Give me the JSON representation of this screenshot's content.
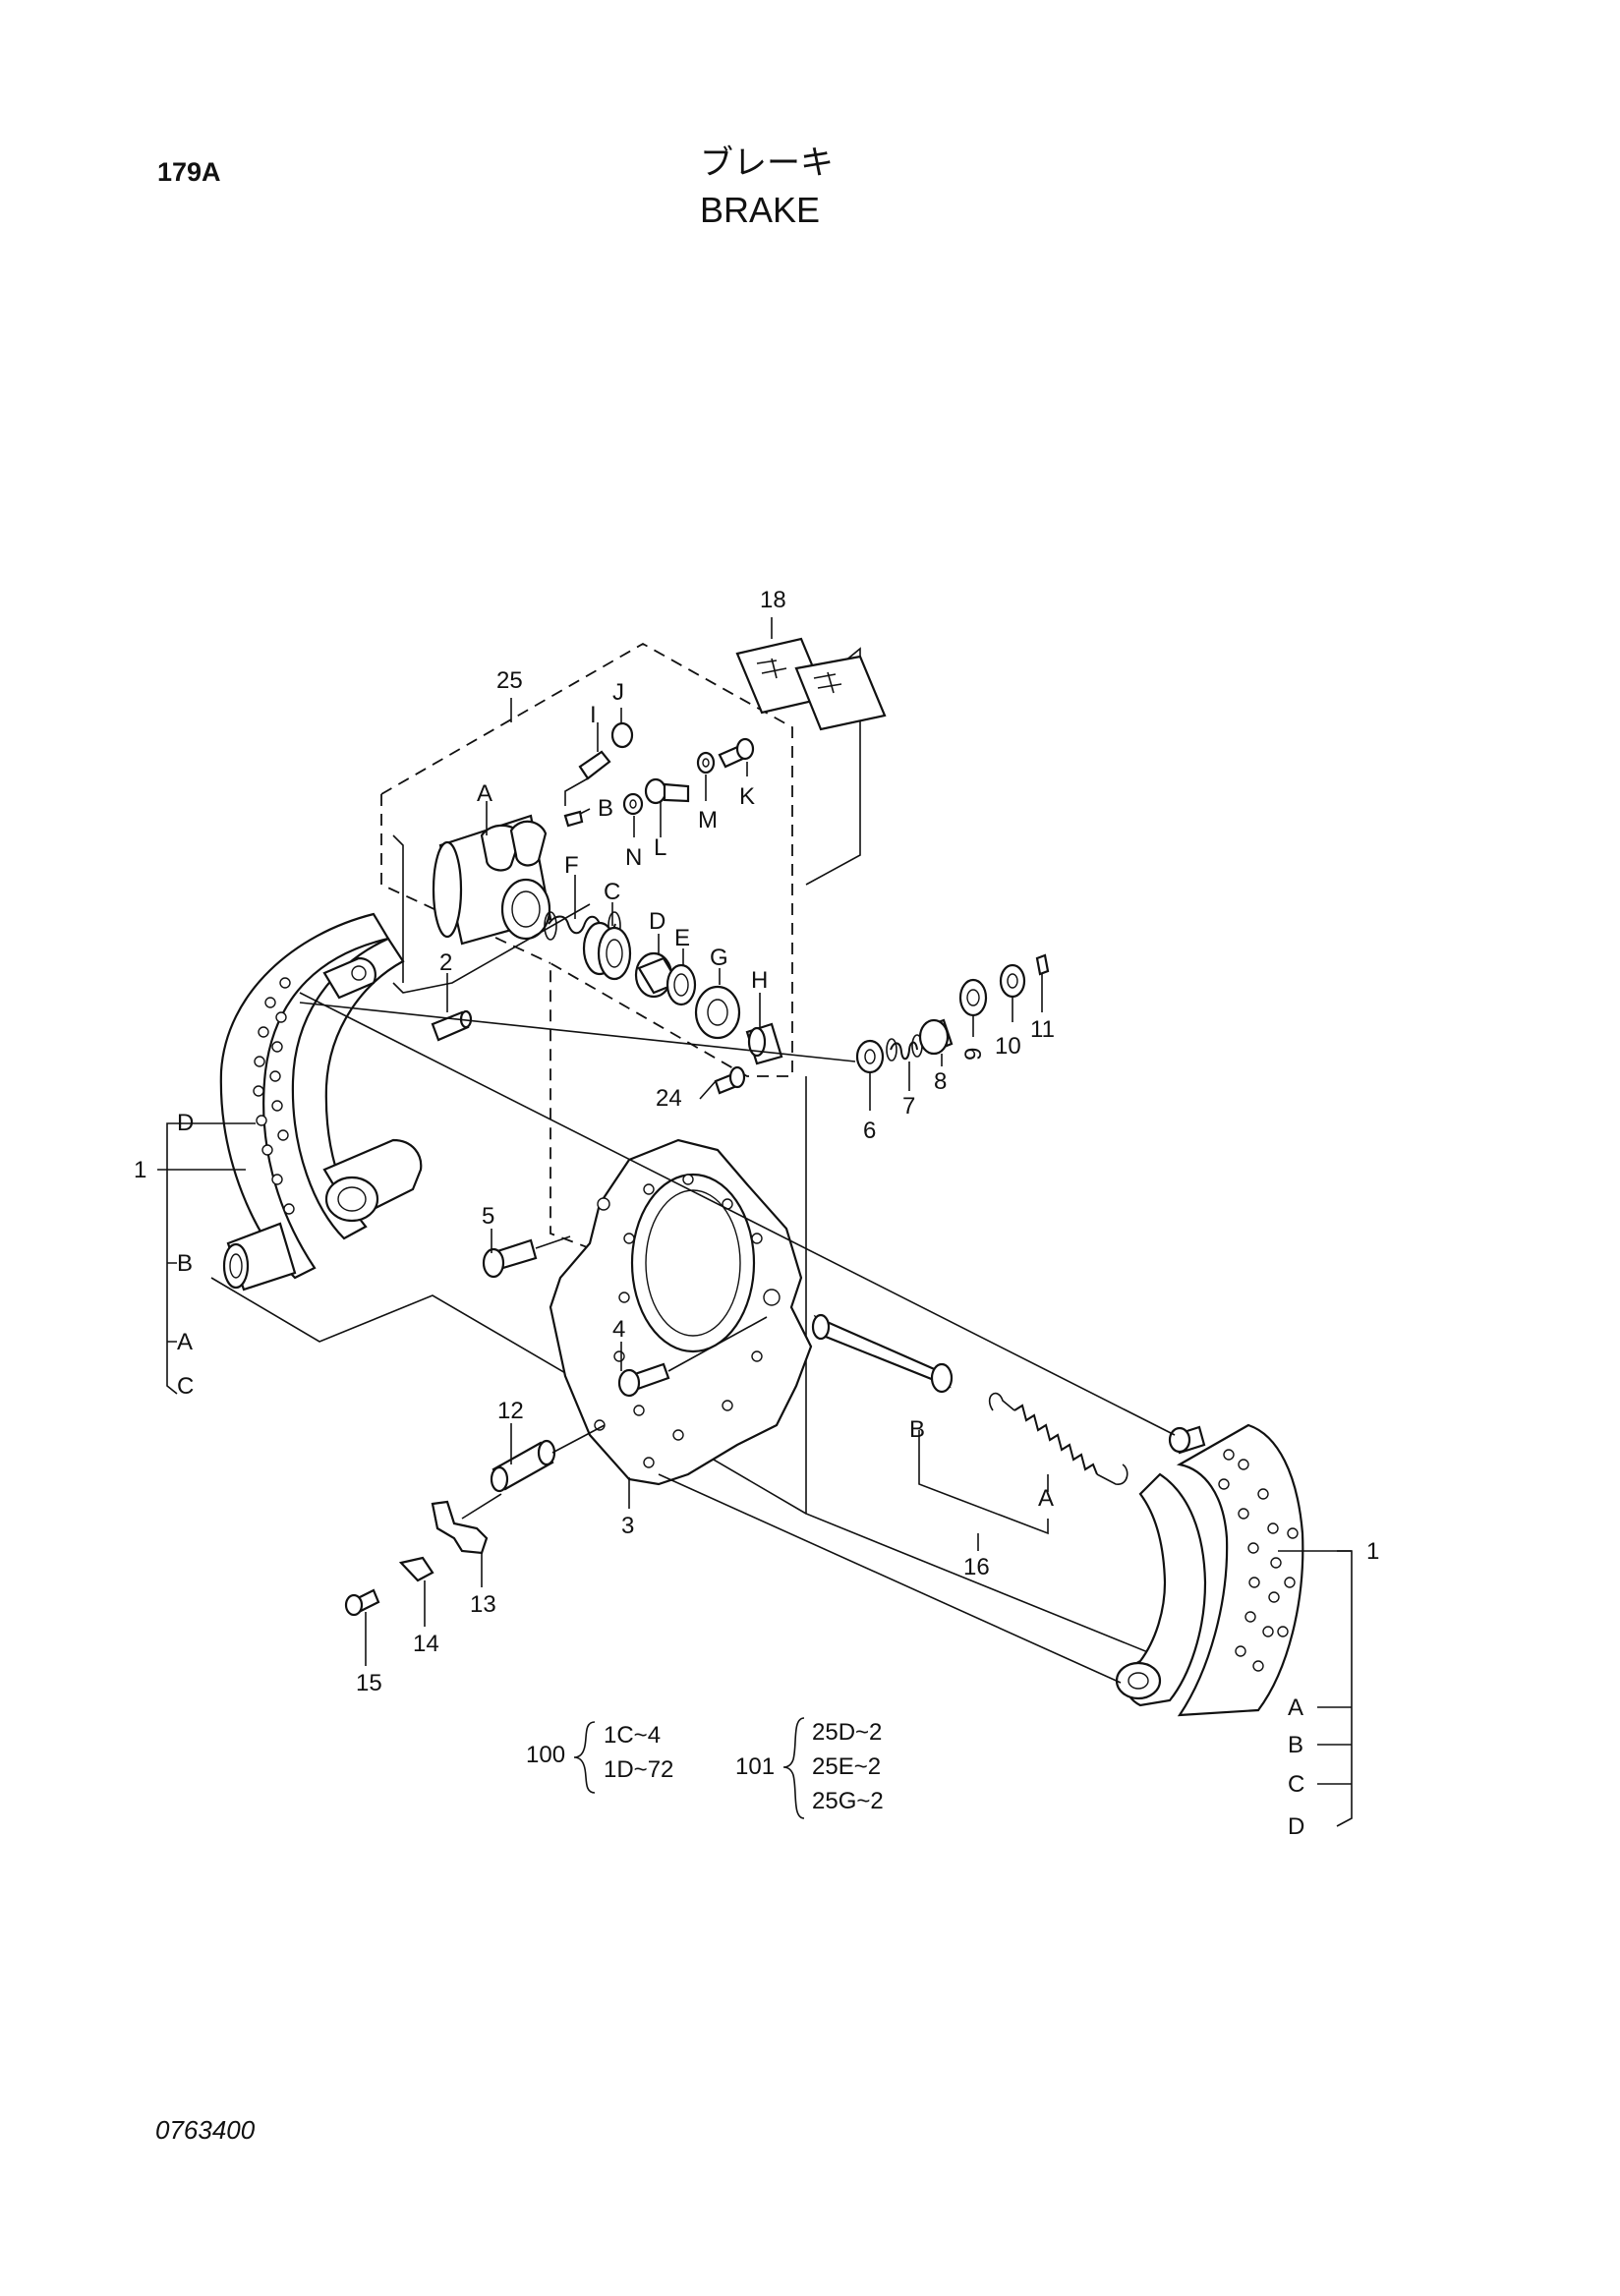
{
  "header": {
    "page_code": "179A",
    "title_jp": "ブレーキ",
    "title_en": "BRAKE"
  },
  "callouts": {
    "n1_left": "1",
    "n1_right": "1",
    "n2": "2",
    "n3": "3",
    "n4": "4",
    "n5": "5",
    "n6": "6",
    "n7": "7",
    "n8": "8",
    "n9": "9",
    "n10": "10",
    "n11": "11",
    "n12": "12",
    "n13": "13",
    "n14": "14",
    "n15": "15",
    "n16": "16",
    "n18": "18",
    "n24": "24",
    "n25": "25",
    "a": "A",
    "b": "B",
    "c": "C",
    "d": "D",
    "e": "E",
    "f": "F",
    "g": "G",
    "h": "H",
    "i": "I",
    "j": "J",
    "k": "K",
    "l": "L",
    "m": "M",
    "n": "N",
    "left_d": "D",
    "left_b": "B",
    "left_a": "A",
    "left_c": "C",
    "r16_b": "B",
    "r16_a": "A",
    "right_a": "A",
    "right_b": "B",
    "right_c": "C",
    "right_d": "D"
  },
  "kits": {
    "kit100": {
      "number": "100",
      "lines": [
        "1C~4",
        "1D~72"
      ]
    },
    "kit101": {
      "number": "101",
      "lines": [
        "25D~2",
        "25E~2",
        "25G~2"
      ]
    }
  },
  "footer": {
    "doc_number": "0763400"
  }
}
